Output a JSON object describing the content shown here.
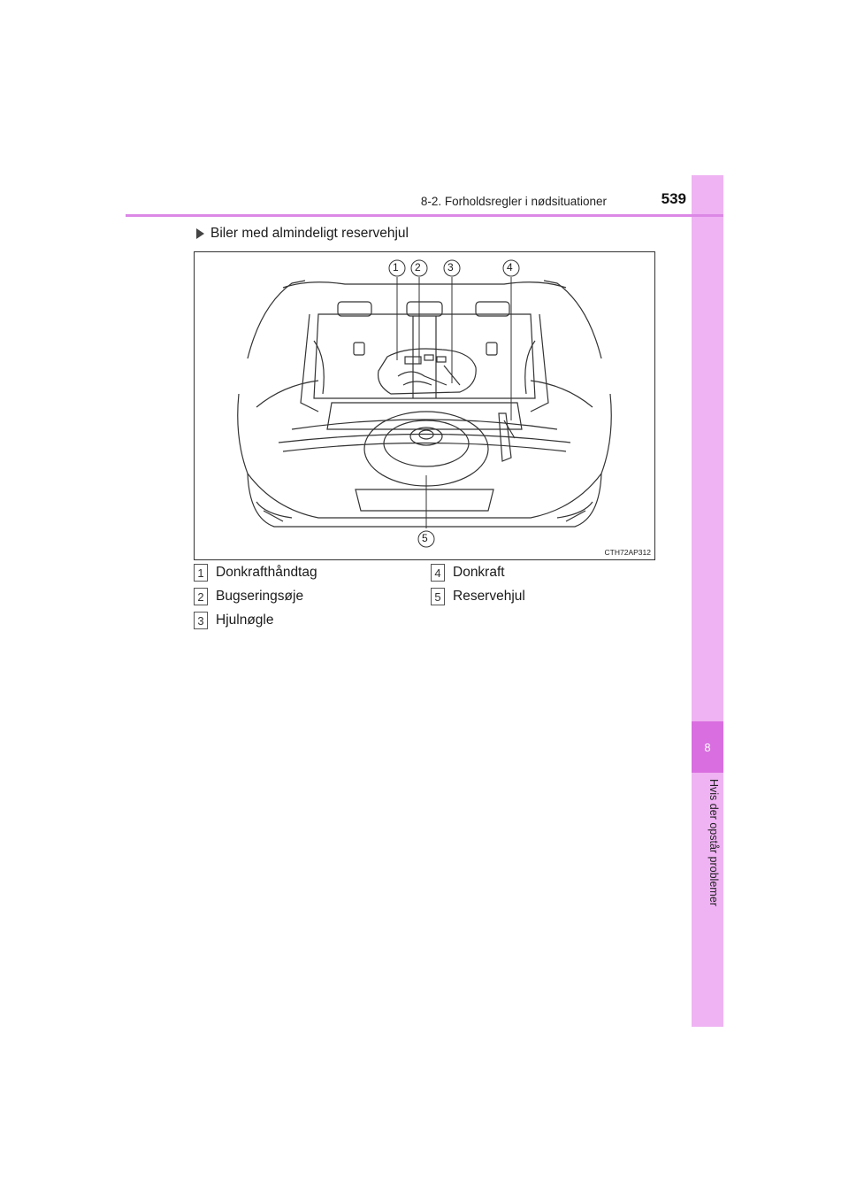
{
  "header": {
    "section_title": "8-2. Forholdsregler i nødsituationer",
    "page_number": "539"
  },
  "side_tab": {
    "chapter_number": "8",
    "chapter_title": "Hvis der opstår problemer",
    "accent_color": "#efb2f3",
    "chapter_color": "#d96ee0"
  },
  "subheading": "Biler med almindeligt reservehjul",
  "figure": {
    "code": "CTH72AP312",
    "callouts": [
      "1",
      "2",
      "3",
      "4",
      "5"
    ]
  },
  "legend": [
    {
      "number": "1",
      "label": "Donkrafthåndtag"
    },
    {
      "number": "2",
      "label": "Bugseringsøje"
    },
    {
      "number": "3",
      "label": "Hjulnøgle"
    },
    {
      "number": "4",
      "label": "Donkraft"
    },
    {
      "number": "5",
      "label": "Reservehjul"
    }
  ]
}
